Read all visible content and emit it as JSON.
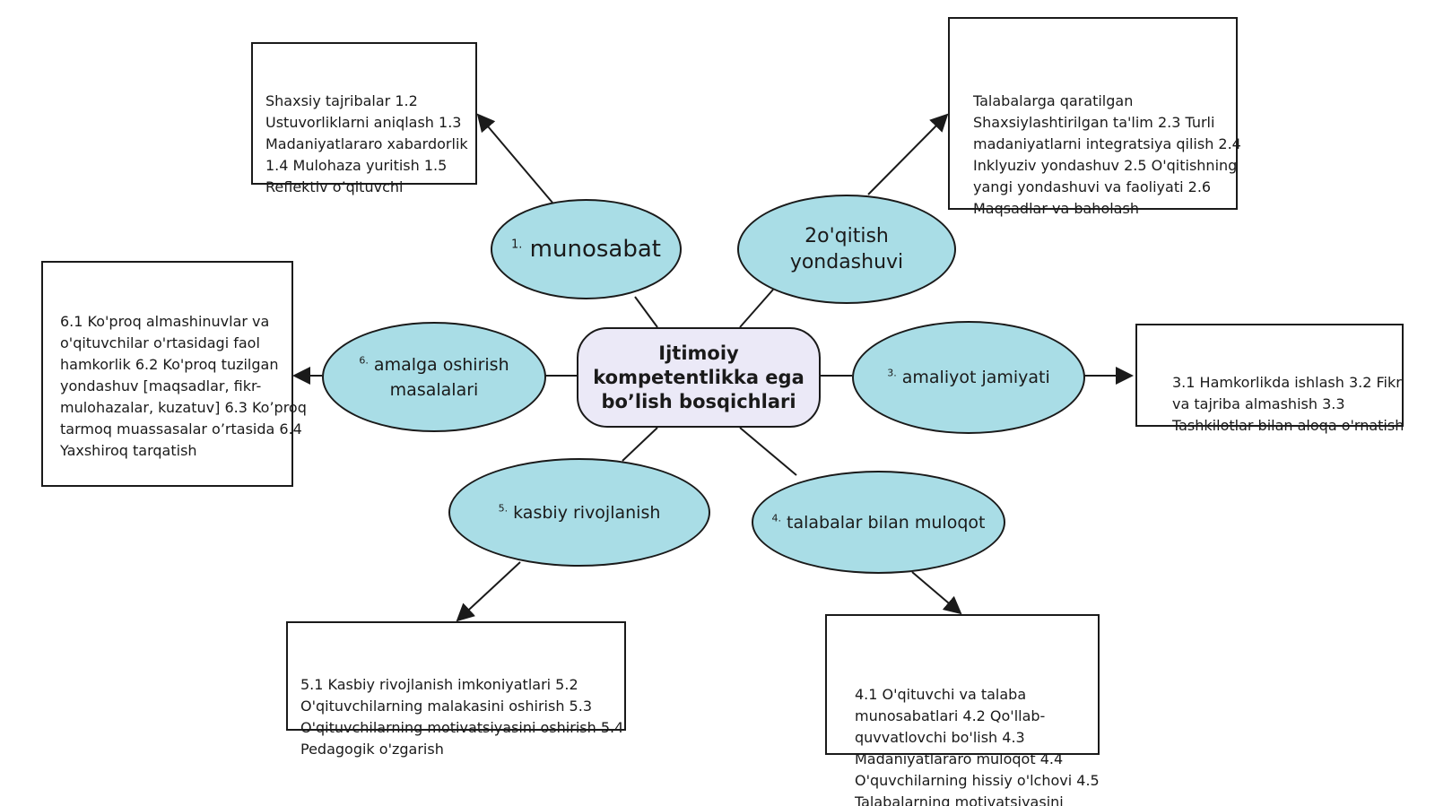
{
  "center": {
    "line1": "Ijtimoiy",
    "line2": "kompetentlikka  ega",
    "line3": "bo’lish bosqichlari"
  },
  "nodes": {
    "n1": {
      "num": "1.",
      "label": "munosabat"
    },
    "n2": {
      "num": "2",
      "line1": "o'qitish",
      "line2": "yondashuvi"
    },
    "n3": {
      "num": "3.",
      "label": "amaliyot jamiyati"
    },
    "n4": {
      "num": "4.",
      "label": "talabalar bilan muloqot"
    },
    "n5": {
      "num": "5.",
      "label": "kasbiy rivojlanish"
    },
    "n6": {
      "num": "6.",
      "line1": "amalga oshirish",
      "line2": "masalalari"
    }
  },
  "boxes": {
    "b1": "Shaxsiy tajribalar 1.2 Ustuvorliklarni aniqlash 1.3 Madaniyatlararo xabardorlik 1.4 Mulohaza yuritish 1.5 Reflektiv o’qituvchi",
    "b2": "Talabalarga qaratilgan Shaxsiylashtirilgan ta'lim 2.3 Turli madaniyatlarni integratsiya qilish 2.4 Inklyuziv yondashuv 2.5 O'qitishning yangi yondashuvi va faoliyati 2.6 Maqsadlar va baholash",
    "b3": "3.1 Hamkorlikda ishlash 3.2 Fikr va tajriba almashish 3.3 Tashkilotlar bilan aloqa o'rnatish",
    "b4": "4.1 O'qituvchi va talaba munosabatlari 4.2 Qo'llab-quvvatlovchi bo'lish 4.3 Madaniyatlararo muloqot 4.4 O'quvchilarning hissiy o'lchovi 4.5 Talabalarning motivatsiyasini",
    "b5": "5.1 Kasbiy rivojlanish imkoniyatlari 5.2 O'qituvchilarning malakasini oshirish 5.3 O'qituvchilarning motivatsiyasini oshirish 5.4 Pedagogik o'zgarish",
    "b6": "6.1 Ko'proq almashinuvlar va o'qituvchilar o'rtasidagi faol hamkorlik 6.2 Ko'proq tuzilgan yondashuv [maqsadlar, fikr-mulohazalar, kuzatuv] 6.3 Ko’proq tarmoq muassasalar o’rtasida 6.4 Yaxshiroq tarqatish"
  }
}
